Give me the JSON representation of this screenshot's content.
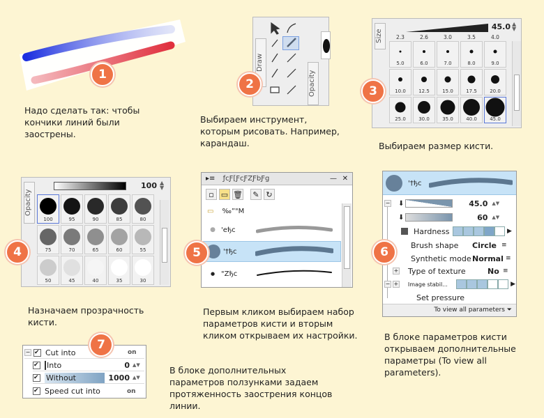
{
  "captions": {
    "c1": "Надо сделать так: чтобы кончики линий были заострены.",
    "c2": "Выбираем инструмент, которым рисовать. Например, карандаш.",
    "c3": "Выбираем размер кисти.",
    "c4": "Назначаем прозрачность кисти.",
    "c5": "Первым кликом выбираем набор параметров кисти и вторым кликом открываем их настройки.",
    "c6": "В блоке параметров кисти открываем дополнительные параметры (To view all parameters).",
    "c7": "В блоке дополнительных параметров ползунками задаем протяженность заострения концов линии."
  },
  "badges": [
    "1",
    "2",
    "3",
    "4",
    "5",
    "6",
    "7"
  ],
  "tools": {
    "tab_draw": "Draw",
    "tab_opacity": "Opacity"
  },
  "size_panel": {
    "tab": "Size",
    "value": "45.0",
    "top_ticks": [
      "2.3",
      "2.6",
      "3.0",
      "3.5",
      "4.0"
    ],
    "sizes": [
      "5.0",
      "6.0",
      "7.0",
      "8.0",
      "9.0",
      "10.0",
      "12.5",
      "15.0",
      "17.5",
      "20.0",
      "25.0",
      "30.0",
      "35.0",
      "40.0",
      "45.0"
    ]
  },
  "opacity_panel": {
    "tab": "Opacity",
    "value": "100",
    "values": [
      "100",
      "95",
      "90",
      "85",
      "80",
      "75",
      "70",
      "65",
      "60",
      "55",
      "50",
      "45",
      "40",
      "35",
      "30"
    ]
  },
  "brush_list": {
    "title": "ƒcƑ[ƑcƑZƑbƑg",
    "folder": "‰”\"M",
    "items": [
      "'eђc",
      "'†ђc",
      "\"Zђc"
    ]
  },
  "params": {
    "header_name": "'†ђc",
    "rows": [
      {
        "label": "",
        "value": "45.0"
      },
      {
        "label": "",
        "value": "60"
      },
      {
        "label": "Hardness",
        "value": ""
      },
      {
        "label": "Brush shape",
        "value": "Circle"
      },
      {
        "label": "Synthetic mode",
        "value": "Normal"
      },
      {
        "label": "Type of texture",
        "value": "No"
      },
      {
        "label": "Image stabil...",
        "value": ""
      },
      {
        "label": "Set pressure",
        "value": ""
      }
    ],
    "footer": "To view all parameters"
  },
  "extra": {
    "rows": [
      {
        "label": "Cut into",
        "value": "on"
      },
      {
        "label": "Into",
        "value": "0"
      },
      {
        "label": "Without",
        "value": "1000"
      },
      {
        "label": "Speed cut into",
        "value": "on"
      }
    ]
  },
  "colors": {
    "badge": "#ef7346",
    "background": "#fdf5d3",
    "stroke_blue": "#2a3fe0",
    "stroke_red": "#e04a55"
  }
}
